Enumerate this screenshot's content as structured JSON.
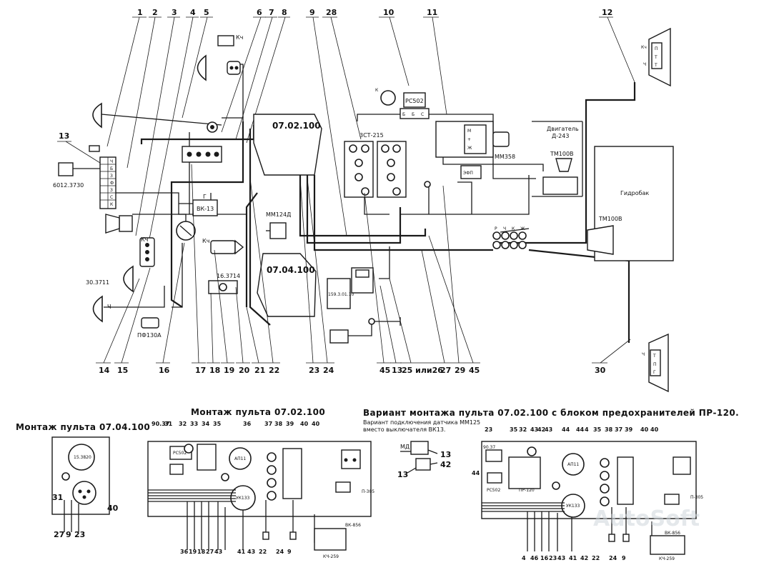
{
  "callouts_top": [
    "1",
    "2",
    "3",
    "4",
    "5",
    "6",
    "7",
    "8",
    "9",
    "28",
    "10",
    "11",
    "12"
  ],
  "callouts_bottom": [
    "14",
    "15",
    "16",
    "17",
    "18",
    "19",
    "20",
    "21",
    "22",
    "23",
    "24",
    "45",
    "13",
    "25 или26",
    "27",
    "29",
    "45",
    "30"
  ],
  "callout_left": "13",
  "components": {
    "panel_top": "07.02.100",
    "panel_bottom": "07.04.100",
    "hydro_tank": "Гидробак",
    "engine": "Двигатель Д-243",
    "battery": "3СТ-215",
    "relay_pc": "РС502",
    "relay_mm358": "ММ358",
    "sensor_tm100v_a": "ТМ100В",
    "sensor_tm100v_b": "ТМ100В",
    "mm124d": "ММ124Д",
    "vk13": "ВК-13",
    "relay_16": "16.3714",
    "lamp_30": "30.3711",
    "lamp_6012": "6012.3730",
    "pf130a": "ПФ130А",
    "ept": "ЭФП",
    "fuse_unit": "159.3.01.10"
  },
  "connector_letters": [
    "Кч",
    "П",
    "Ч",
    "Т",
    "Г",
    "Р",
    "Ж",
    "Б",
    "К",
    "З",
    "Ч"
  ],
  "sections": {
    "left_title": "Монтаж пульта 07.04.100",
    "center_title": "Монтаж пульта 07.02.100",
    "right_title": "Вариант монтажа пульта 07.02.100 с блоком предохранителей ПР-120.",
    "note_line1": "Вариант подключения датчика ММ125",
    "note_line2": "вместо выключателя ВК13."
  },
  "left_panel": {
    "device": "15.3820",
    "numbers_bottom": [
      "27",
      "9",
      "23"
    ],
    "numbers_side": [
      "31",
      "40"
    ]
  },
  "center_panel": {
    "numbers_top": [
      "90.37",
      "31",
      "32",
      "33",
      "34",
      "35",
      "36",
      "37",
      "38",
      "39",
      "40",
      "40"
    ],
    "numbers_bottom": [
      "36",
      "19",
      "18",
      "27",
      "43",
      "41",
      "43",
      "22",
      "24",
      "9"
    ],
    "devices": [
      "РС502",
      "АП11",
      "УК133",
      "П-305",
      "ВК-856",
      "КЧ-259"
    ]
  },
  "mini_note": {
    "numbers": [
      "13",
      "42",
      "13"
    ],
    "device": "МД"
  },
  "right_panel": {
    "numbers_top": [
      "23",
      "35",
      "32",
      "43",
      "42",
      "43",
      "44",
      "44",
      "4",
      "35",
      "38",
      "37",
      "39",
      "40",
      "40"
    ],
    "numbers_bottom": [
      "4",
      "46",
      "16",
      "23",
      "43",
      "41",
      "42",
      "22",
      "24",
      "9"
    ],
    "devices": [
      "РС502",
      "ПР-120",
      "АП11",
      "УК133",
      "П-305",
      "ВК-856",
      "КЧ-259"
    ],
    "label_44": "44"
  },
  "watermark": "AutoSoft"
}
